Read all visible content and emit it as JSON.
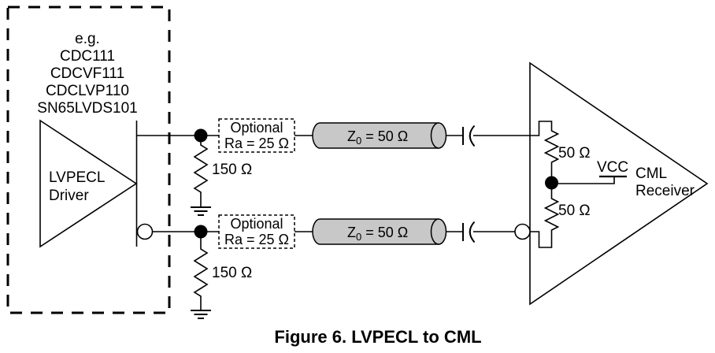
{
  "colors": {
    "stroke": "#000000",
    "tline_fill": "#c8c8c8",
    "background": "#ffffff"
  },
  "caption": "Figure 6. LVPECL to CML",
  "driver_box": {
    "eg": "e.g.",
    "examples": [
      "CDC111",
      "CDCVF111",
      "CDCLVP110",
      "SN65LVDS101"
    ],
    "name_line1": "LVPECL",
    "name_line2": "Driver"
  },
  "pullups": {
    "top": "150 Ω",
    "bottom": "150 Ω"
  },
  "optional": {
    "top": {
      "line1": "Optional",
      "line2": "Ra = 25 Ω"
    },
    "bottom": {
      "line1": "Optional",
      "line2": "Ra = 25 Ω"
    }
  },
  "tline": {
    "top": {
      "main": "Z",
      "sub": "0",
      "rest": " =  50 Ω"
    },
    "bottom": {
      "main": "Z",
      "sub": "0",
      "rest": " =  50 Ω"
    }
  },
  "receiver": {
    "r_top": "50 Ω",
    "r_bottom": "50 Ω",
    "vcc": "VCC",
    "name_line1": "CML",
    "name_line2": "Receiver"
  }
}
